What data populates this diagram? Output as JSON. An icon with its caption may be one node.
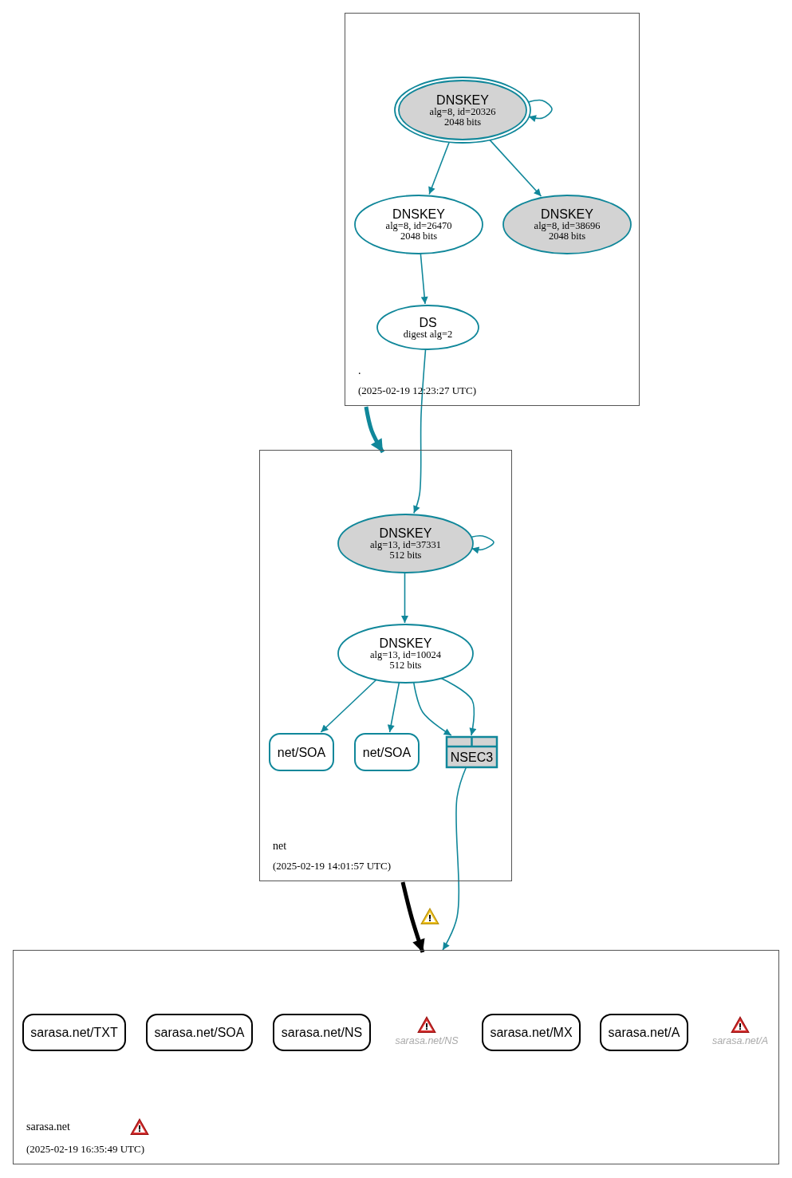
{
  "diagram": {
    "nodes": [
      {
        "text": [
          ".",
          "(2025-02-19 12:23:27 UTC)"
        ]
      },
      {
        "text": [
          "DNSKEY",
          "alg=8, id=20326",
          "2048 bits"
        ],
        "in": 0
      },
      {
        "text": [
          "DNSKEY",
          "alg=8, id=26470",
          "2048 bits"
        ],
        "in": 0
      },
      {
        "text": [
          "DNSKEY",
          "alg=8, id=38696",
          "2048 bits"
        ],
        "in": 0
      },
      {
        "text": [
          "DS",
          "digest alg=2"
        ],
        "in": 0
      },
      {
        "text": [
          "net",
          "(2025-02-19 14:01:57 UTC)"
        ]
      },
      {
        "text": [
          "DNSKEY",
          "alg=13, id=37331",
          "512 bits"
        ],
        "in": 5
      },
      {
        "text": [
          "DNSKEY",
          "alg=13, id=10024",
          "512 bits"
        ],
        "in": 5
      },
      {
        "text": [
          "net/SOA"
        ],
        "in": 5
      },
      {
        "text": [
          "net/SOA"
        ],
        "in": 5
      },
      {
        "text": [
          "NSEC3"
        ],
        "in": 5
      },
      {
        "text": [
          "sarasa.net",
          "(2025-02-19 16:35:49 UTC)"
        ]
      },
      {
        "text": [
          "sarasa.net/TXT"
        ],
        "in": 11
      },
      {
        "text": [
          "sarasa.net/SOA"
        ],
        "in": 11
      },
      {
        "text": [
          "sarasa.net/NS"
        ],
        "in": 11
      },
      {
        "text": [
          "sarasa.net/NS"
        ],
        "in": 11
      },
      {
        "text": [
          "sarasa.net/MX"
        ],
        "in": 11
      },
      {
        "text": [
          "sarasa.net/A"
        ],
        "in": 11
      },
      {
        "text": [
          "sarasa.net/A"
        ],
        "in": 11
      }
    ],
    "edges": [
      {
        "from": 1,
        "to": 1,
        "arrow": "to"
      },
      {
        "from": 1,
        "to": 2,
        "arrow": "to"
      },
      {
        "from": 1,
        "to": 3,
        "arrow": "to"
      },
      {
        "from": 2,
        "to": 4,
        "arrow": "to"
      },
      {
        "from": 4,
        "to": 6,
        "arrow": "to"
      },
      {
        "from": 0,
        "to": 5,
        "arrow": "to",
        "style": "thick"
      },
      {
        "from": 6,
        "to": 6,
        "arrow": "to"
      },
      {
        "from": 6,
        "to": 7,
        "arrow": "to"
      },
      {
        "from": 7,
        "to": 8,
        "arrow": "to"
      },
      {
        "from": 7,
        "to": 9,
        "arrow": "to"
      },
      {
        "from": 7,
        "to": 10,
        "arrow": "to"
      },
      {
        "from": 7,
        "to": 10,
        "arrow": "to"
      },
      {
        "from": 10,
        "to": 11,
        "arrow": "to"
      },
      {
        "from": 5,
        "to": 11,
        "arrow": "to",
        "style": "thick",
        "color": "#000000"
      }
    ]
  }
}
